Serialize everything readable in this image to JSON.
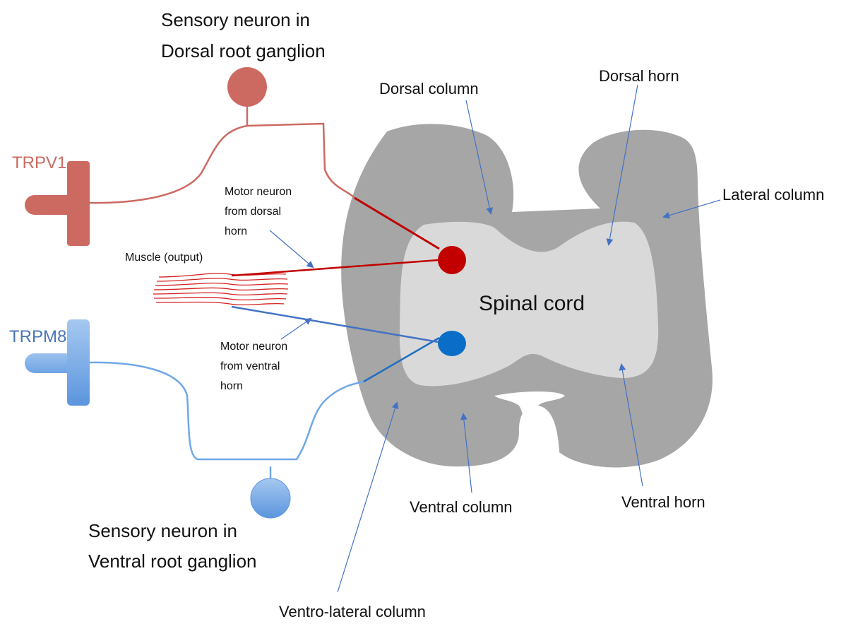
{
  "sensory_dorsal": {
    "line1": "Sensory neuron in",
    "line2": "Dorsal root ganglion"
  },
  "sensory_ventral": {
    "line1": "Sensory neuron in",
    "line2": "Ventral root ganglion"
  },
  "receptors": {
    "trpv1": "TRPV1",
    "trpm8": "TRPM8"
  },
  "muscle_label": "Muscle (output)",
  "motor_dorsal": {
    "line1": "Motor neuron",
    "line2": "from dorsal",
    "line3": "horn"
  },
  "motor_ventral": {
    "line1": "Motor neuron",
    "line2": "from ventral",
    "line3": "horn"
  },
  "spinal_cord_label": "Spinal cord",
  "regions": {
    "dorsal_column": "Dorsal column",
    "dorsal_horn": "Dorsal horn",
    "lateral_column": "Lateral column",
    "ventral_column": "Ventral column",
    "ventral_horn": "Ventral horn",
    "ventro_lateral_column": "Ventro-lateral column"
  },
  "colors": {
    "warm_neuron": "#cc6a62",
    "warm_neuron_dark": "#c20000",
    "cold_neuron": "#6fa8e8",
    "cold_neuron_dark": "#0a6ec8",
    "cord_white_matter": "#a6a6a6",
    "cord_gray_matter": "#d9d9d9",
    "pointer_line": "#4472c4"
  }
}
